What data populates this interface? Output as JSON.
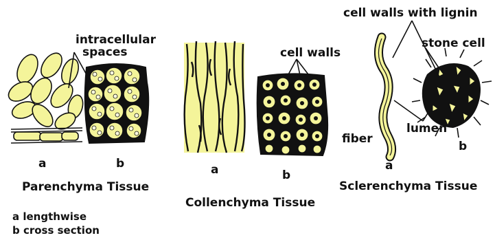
{
  "parenchyma": {
    "title": "Parenchyma Tissue",
    "label_a": "a",
    "label_b": "b",
    "callout": {
      "line1": "intracellular",
      "line2": "spaces"
    }
  },
  "collenchyma": {
    "title": "Collenchyma Tissue",
    "label_a": "a",
    "label_b": "b",
    "callout": "cell walls"
  },
  "sclerenchyma": {
    "title": "Sclerenchyma Tissue",
    "label_a": "a",
    "label_b": "b",
    "callout_walls": "cell walls with lignin",
    "callout_stone": "stone cell",
    "callout_fiber": "fiber",
    "callout_lumen": "lumen"
  },
  "legend": {
    "line1": "a lengthwise",
    "line2": "b cross section"
  },
  "colors": {
    "cell_fill": "#f4f49a",
    "outline": "#111111",
    "dark_fill": "#111111",
    "background": "#ffffff"
  }
}
